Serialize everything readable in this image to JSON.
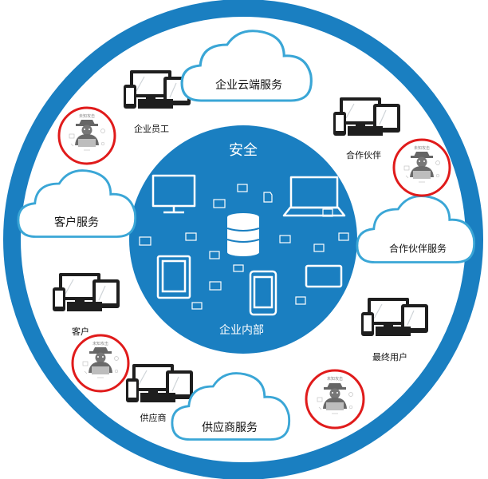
{
  "center": {
    "title": "安全",
    "subtitle": "企业内部"
  },
  "clouds": {
    "enterprise": "企业云端服务",
    "customer": "客户服务",
    "partner": "合作伙伴服务",
    "supplier": "供应商服务"
  },
  "groups": {
    "employee": "企业员工",
    "partner": "合作伙伴",
    "customer": "客户",
    "end_user": "最终用户",
    "supplier": "供应商"
  },
  "hacker_caption": "未知攻击",
  "colors": {
    "outer_ring": "#1a7fc1",
    "inner_circle": "#1a7fc1",
    "cloud_stroke": "#3aa6d6",
    "hacker_ring": "#e01b1b"
  }
}
